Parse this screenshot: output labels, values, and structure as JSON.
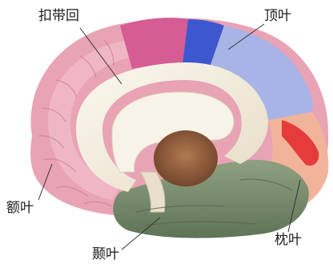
{
  "labels": {
    "cingulate_gyrus": "扣带回",
    "parietal_lobe": "顶叶",
    "frontal_lobe": "额叶",
    "temporal_lobe": "颞叶",
    "occipital_lobe": "枕叶"
  },
  "colors": {
    "frontal": "#e8a3b5",
    "frontal_light": "#f0bccb",
    "magenta": "#d55d93",
    "blue": "#3d57cf",
    "parietal": "#a9b4e6",
    "occipital": "#f1b49b",
    "occipital_red": "#e53b3b",
    "temporal": "#7a8f6f",
    "cingulate": "#f2ede0",
    "ventricle": "#8a5a3c",
    "leader_line": "#333333"
  }
}
